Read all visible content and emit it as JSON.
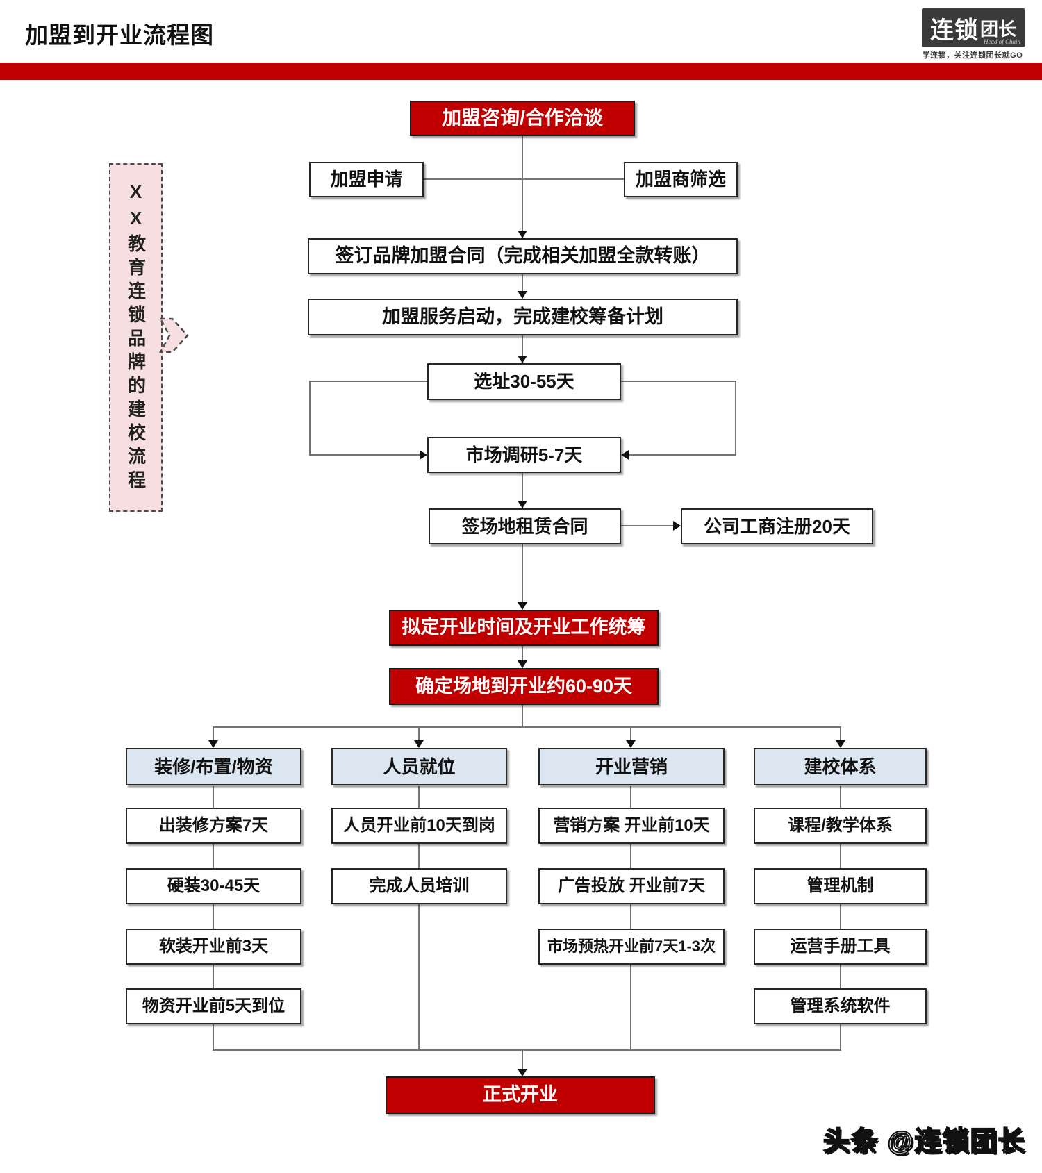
{
  "page": {
    "title": "加盟到开业流程图",
    "watermark": "头条 @连锁团长"
  },
  "logo": {
    "name_part1": "连锁",
    "name_part2": "团长",
    "script": "Head of Chain",
    "tagline": "学连锁，关注连锁团长就GO"
  },
  "side_note": {
    "text": "XX教育连锁品牌的建校流程"
  },
  "flow": {
    "consult": "加盟咨询/合作洽谈",
    "apply": "加盟申请",
    "screen": "加盟商筛选",
    "sign_contract": "签订品牌加盟合同（完成相关加盟全款转账）",
    "service_start": "加盟服务启动，完成建校筹备计划",
    "site_selection": "选址30-55天",
    "market_research": "市场调研5-7天",
    "lease": "签场地租赁合同",
    "registration": "公司工商注册20天",
    "plan_opening": "拟定开业时间及开业工作统筹",
    "confirm_duration": "确定场地到开业约60-90天",
    "grand_opening": "正式开业"
  },
  "columns": [
    {
      "header": "装修/布置/物资",
      "items": [
        "出装修方案7天",
        "硬装30-45天",
        "软装开业前3天",
        "物资开业前5天到位"
      ]
    },
    {
      "header": "人员就位",
      "items": [
        "人员开业前10天到岗",
        "完成人员培训"
      ]
    },
    {
      "header": "开业营销",
      "items": [
        "营销方案 开业前10天",
        "广告投放 开业前7天",
        "市场预热开业前7天1-3次"
      ]
    },
    {
      "header": "建校体系",
      "items": [
        "课程/教学体系",
        "管理机制",
        "运营手册工具",
        "管理系统软件"
      ]
    }
  ],
  "colors": {
    "accent_red": "#C00000",
    "header_fill": "#DCE6F1",
    "note_fill": "#F7DEE0"
  }
}
